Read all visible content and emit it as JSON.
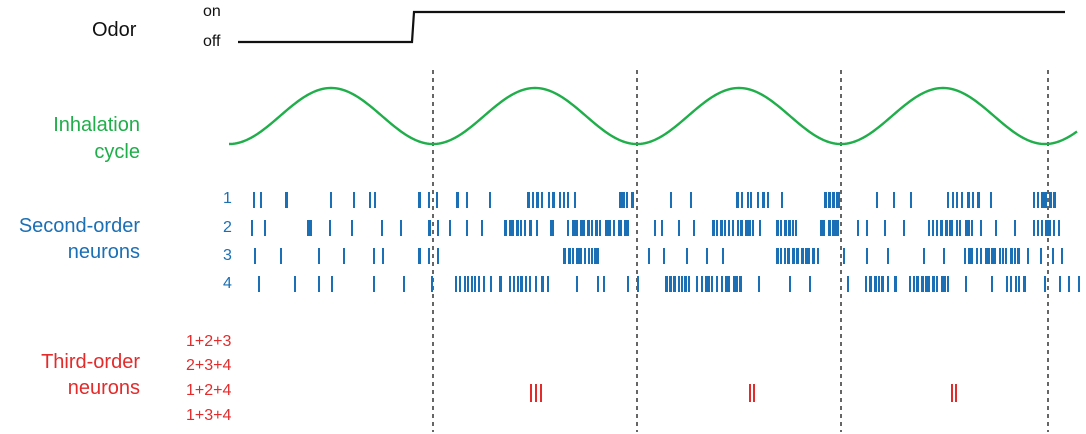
{
  "colors": {
    "odor": "#111111",
    "inhalation": "#1fae4a",
    "second_order": "#1a6fb5",
    "third_order": "#e32b2b",
    "cycle_divider": "#666666"
  },
  "odor": {
    "label": "Odor",
    "on_label": "on",
    "off_label": "off"
  },
  "inhalation": {
    "label_line1": "Inhalation",
    "label_line2": "cycle"
  },
  "second_order": {
    "label_line1": "Second-order",
    "label_line2": "neurons",
    "neurons": [
      {
        "id": "1"
      },
      {
        "id": "2"
      },
      {
        "id": "3"
      },
      {
        "id": "4"
      }
    ]
  },
  "third_order": {
    "label_line1": "Third-order",
    "label_line2": "neurons",
    "combos": [
      "1+2+3",
      "2+3+4",
      "1+2+4",
      "1+3+4"
    ]
  }
}
